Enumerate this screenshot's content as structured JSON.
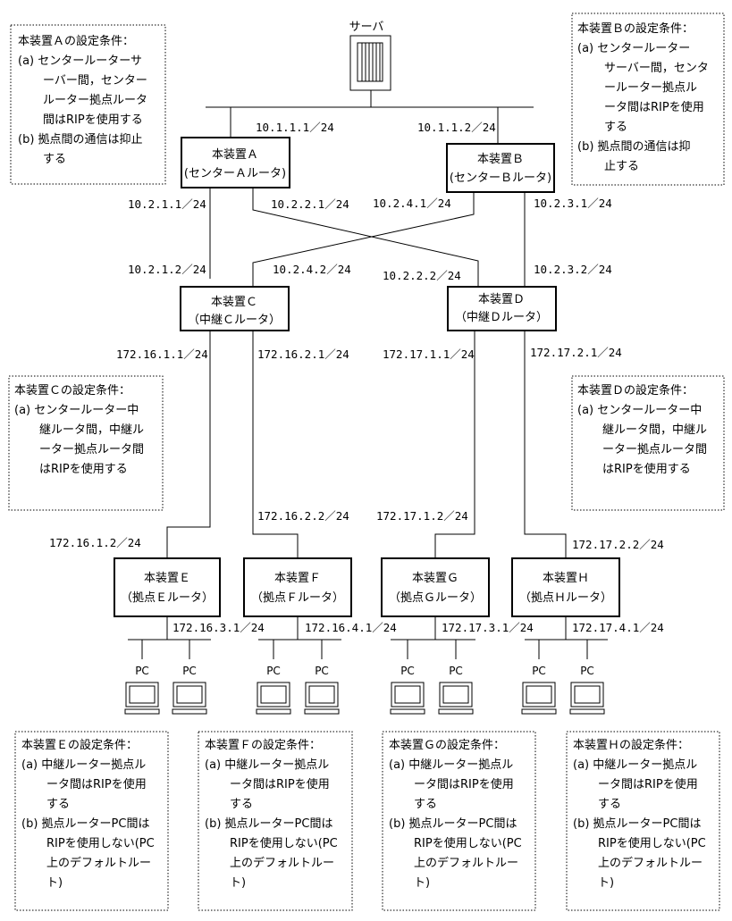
{
  "server": {
    "label": "サーバ"
  },
  "routers": [
    {
      "id": "A",
      "line1": "本装置Ａ",
      "line2": "(センターＡルータ)"
    },
    {
      "id": "B",
      "line1": "本装置Ｂ",
      "line2": "(センターＢルータ)"
    },
    {
      "id": "C",
      "line1": "本装置Ｃ",
      "line2": "（中継Ｃルータ）"
    },
    {
      "id": "D",
      "line1": "本装置Ｄ",
      "line2": "（中継Ｄルータ）"
    },
    {
      "id": "E",
      "line1": "本装置Ｅ",
      "line2": "（拠点Ｅルータ）"
    },
    {
      "id": "F",
      "line1": "本装置Ｆ",
      "line2": "（拠点Ｆルータ）"
    },
    {
      "id": "G",
      "line1": "本装置Ｇ",
      "line2": "（拠点Ｇルータ）"
    },
    {
      "id": "H",
      "line1": "本装置Ｈ",
      "line2": "（拠点Ｈルータ）"
    }
  ],
  "addresses": [
    "10.1.1.1／24",
    "10.1.1.2／24",
    "10.2.1.1／24",
    "10.2.2.1／24",
    "10.2.4.1／24",
    "10.2.3.1／24",
    "10.2.1.2／24",
    "10.2.4.2／24",
    "10.2.2.2／24",
    "10.2.3.2／24",
    "172.16.1.1／24",
    "172.16.2.1／24",
    "172.17.1.1／24",
    "172.17.2.1／24",
    "172.16.2.2／24",
    "172.17.1.2／24",
    "172.16.1.2／24",
    "172.17.2.2／24",
    "172.16.3.1／24",
    "172.16.4.1／24",
    "172.17.3.1／24",
    "172.17.4.1／24"
  ],
  "pc_label": "PC",
  "conditions": [
    {
      "id": "A",
      "lines": [
        "本装置Ａの設定条件：",
        "(a) センタールーターサ",
        "ーバー間，センター",
        "ルーター拠点ルータ",
        "間はRIPを使用する",
        "(b) 拠点間の通信は抑止",
        "する"
      ]
    },
    {
      "id": "B",
      "lines": [
        "本装置Ｂの設定条件：",
        "(a) センタールーター",
        "サーバー間，センタ",
        "ールーター拠点ル",
        "ータ間はRIPを使用",
        "する",
        "(b) 拠点間の通信は抑",
        "止する"
      ]
    },
    {
      "id": "C",
      "lines": [
        "本装置Ｃの設定条件：",
        "(a) センタールーター中",
        "継ルータ間，中継ル",
        "ーター拠点ルータ間",
        "はRIPを使用する"
      ]
    },
    {
      "id": "D",
      "lines": [
        "本装置Ｄの設定条件：",
        "(a) センタールーター中",
        "継ルータ間，中継ル",
        "ーター拠点ルータ間",
        "はRIPを使用する"
      ]
    },
    {
      "id": "E",
      "lines": [
        "本装置Ｅの設定条件：",
        "(a) 中継ルーター拠点ル",
        "ータ間はRIPを使用",
        "する",
        "(b) 拠点ルーターPC間は",
        "RIPを使用しない(PC",
        "上のデフォルトルー",
        "ト)"
      ]
    },
    {
      "id": "F",
      "lines": [
        "本装置Ｆの設定条件：",
        "(a) 中継ルーター拠点ル",
        "ータ間はRIPを使用",
        "する",
        "(b) 拠点ルーターPC間は",
        "RIPを使用しない(PC",
        "上のデフォルトルー",
        "ト)"
      ]
    },
    {
      "id": "G",
      "lines": [
        "本装置Ｇの設定条件：",
        "(a) 中継ルーター拠点ル",
        "ータ間はRIPを使用",
        "する",
        "(b) 拠点ルーターPC間は",
        "RIPを使用しない(PC",
        "上のデフォルトルー",
        "ト)"
      ]
    },
    {
      "id": "H",
      "lines": [
        "本装置Ｈの設定条件：",
        "(a) 中継ルーター拠点ル",
        "ータ間はRIPを使用",
        "する",
        "(b) 拠点ルーターPC間は",
        "RIPを使用しない(PC",
        "上のデフォルトルー",
        "ト)"
      ]
    }
  ]
}
